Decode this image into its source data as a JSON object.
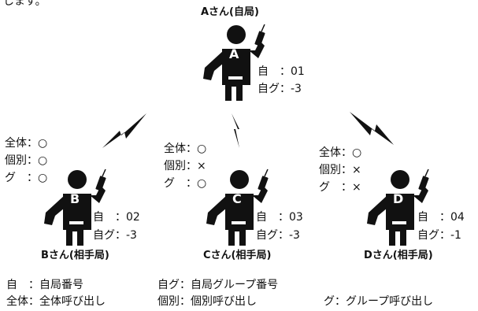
{
  "header_fragment": "します。",
  "stations": {
    "a": {
      "name": "Aさん(自局)",
      "letter": "A",
      "id_label": "自　：",
      "id_value": "01",
      "group_label": "自グ：",
      "group_value": "-3"
    },
    "b": {
      "name": "Bさん(相手局)",
      "letter": "B",
      "id_label": "自　：",
      "id_value": "02",
      "group_label": "自グ：",
      "group_value": "-3",
      "calls": [
        {
          "label": "全体：",
          "mark": "○"
        },
        {
          "label": "個別：",
          "mark": "○"
        },
        {
          "label": "グ　：",
          "mark": "○"
        }
      ]
    },
    "c": {
      "name": "Cさん(相手局)",
      "letter": "C",
      "id_label": "自　：",
      "id_value": "03",
      "group_label": "自グ：",
      "group_value": "-3",
      "calls": [
        {
          "label": "全体：",
          "mark": "○"
        },
        {
          "label": "個別：",
          "mark": "×"
        },
        {
          "label": "グ　：",
          "mark": "○"
        }
      ]
    },
    "d": {
      "name": "Dさん(相手局)",
      "letter": "D",
      "id_label": "自　：",
      "id_value": "04",
      "group_label": "自グ：",
      "group_value": "-1",
      "calls": [
        {
          "label": "全体：",
          "mark": "○"
        },
        {
          "label": "個別：",
          "mark": "×"
        },
        {
          "label": "グ　：",
          "mark": "×"
        }
      ]
    }
  },
  "legend": [
    {
      "key": "自　",
      "sep": "：",
      "desc": "自局番号"
    },
    {
      "key": "自グ",
      "sep": "：",
      "desc": "自局グループ番号"
    },
    {
      "key": "全体",
      "sep": "：",
      "desc": "全体呼び出し"
    },
    {
      "key": "個別",
      "sep": "：",
      "desc": "個別呼び出し"
    },
    {
      "key": "グ",
      "sep": "：",
      "desc": "グループ呼び出し"
    }
  ],
  "colors": {
    "ink": "#111111",
    "figure": "#111111",
    "badge_text": "#ffffff"
  },
  "icons": {
    "person": "person-with-radio-icon",
    "signal": "lightning-signal-icon"
  }
}
